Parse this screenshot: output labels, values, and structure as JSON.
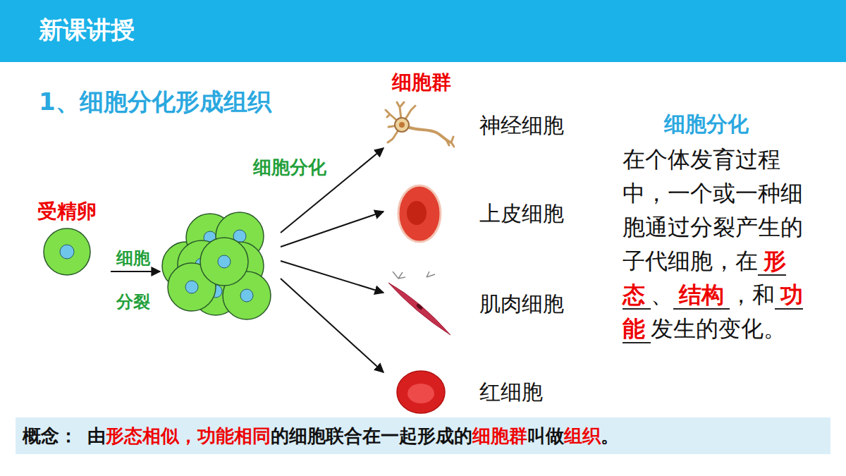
{
  "diagram": {
    "title": "新课讲授",
    "nodes": [
      {
        "text": [
          "受精卵"
        ]
      },
      {
        "text": []
      },
      {
        "text": [
          "神经细胞"
        ]
      },
      {
        "text": [
          "上皮细胞"
        ]
      },
      {
        "text": [
          "肌肉细胞"
        ]
      },
      {
        "text": [
          "红细胞"
        ]
      }
    ],
    "edges": [
      {
        "from": 0,
        "to": 1,
        "arrow": "to",
        "label": "细胞 分裂"
      },
      {
        "from": 1,
        "to": 2,
        "arrow": "to",
        "label": "细胞分化"
      },
      {
        "from": 1,
        "to": 3,
        "arrow": "to"
      },
      {
        "from": 1,
        "to": 4,
        "arrow": "to"
      },
      {
        "from": 1,
        "to": 5,
        "arrow": "to"
      }
    ],
    "labels": [
      "1、细胞分化形成组织",
      "细胞群",
      "细胞分化",
      "在个体发育过程中，一个或一种细胞通过分裂产生的子代细胞，在",
      "形态",
      "、",
      "结构",
      "，",
      "和",
      "功能",
      "发生的变化。",
      "概念：",
      "由",
      "形态相似，功能相同",
      "的细胞联合在一起形成的",
      "细胞群",
      "叫做",
      "组织",
      "。"
    ]
  }
}
